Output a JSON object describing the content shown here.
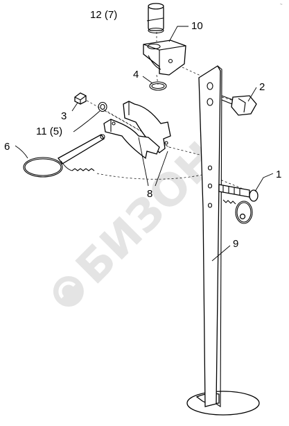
{
  "watermark": {
    "text": "БИЗОН"
  },
  "corner_mark": "~",
  "callouts": [
    {
      "id": "12",
      "label": "12 (7)"
    },
    {
      "id": "10",
      "label": "10"
    },
    {
      "id": "4",
      "label": "4"
    },
    {
      "id": "2",
      "label": "2"
    },
    {
      "id": "3",
      "label": "3"
    },
    {
      "id": "11",
      "label": "11 (5)"
    },
    {
      "id": "6",
      "label": "6"
    },
    {
      "id": "1",
      "label": "1"
    },
    {
      "id": "8",
      "label": "8"
    },
    {
      "id": "9",
      "label": "9"
    }
  ]
}
